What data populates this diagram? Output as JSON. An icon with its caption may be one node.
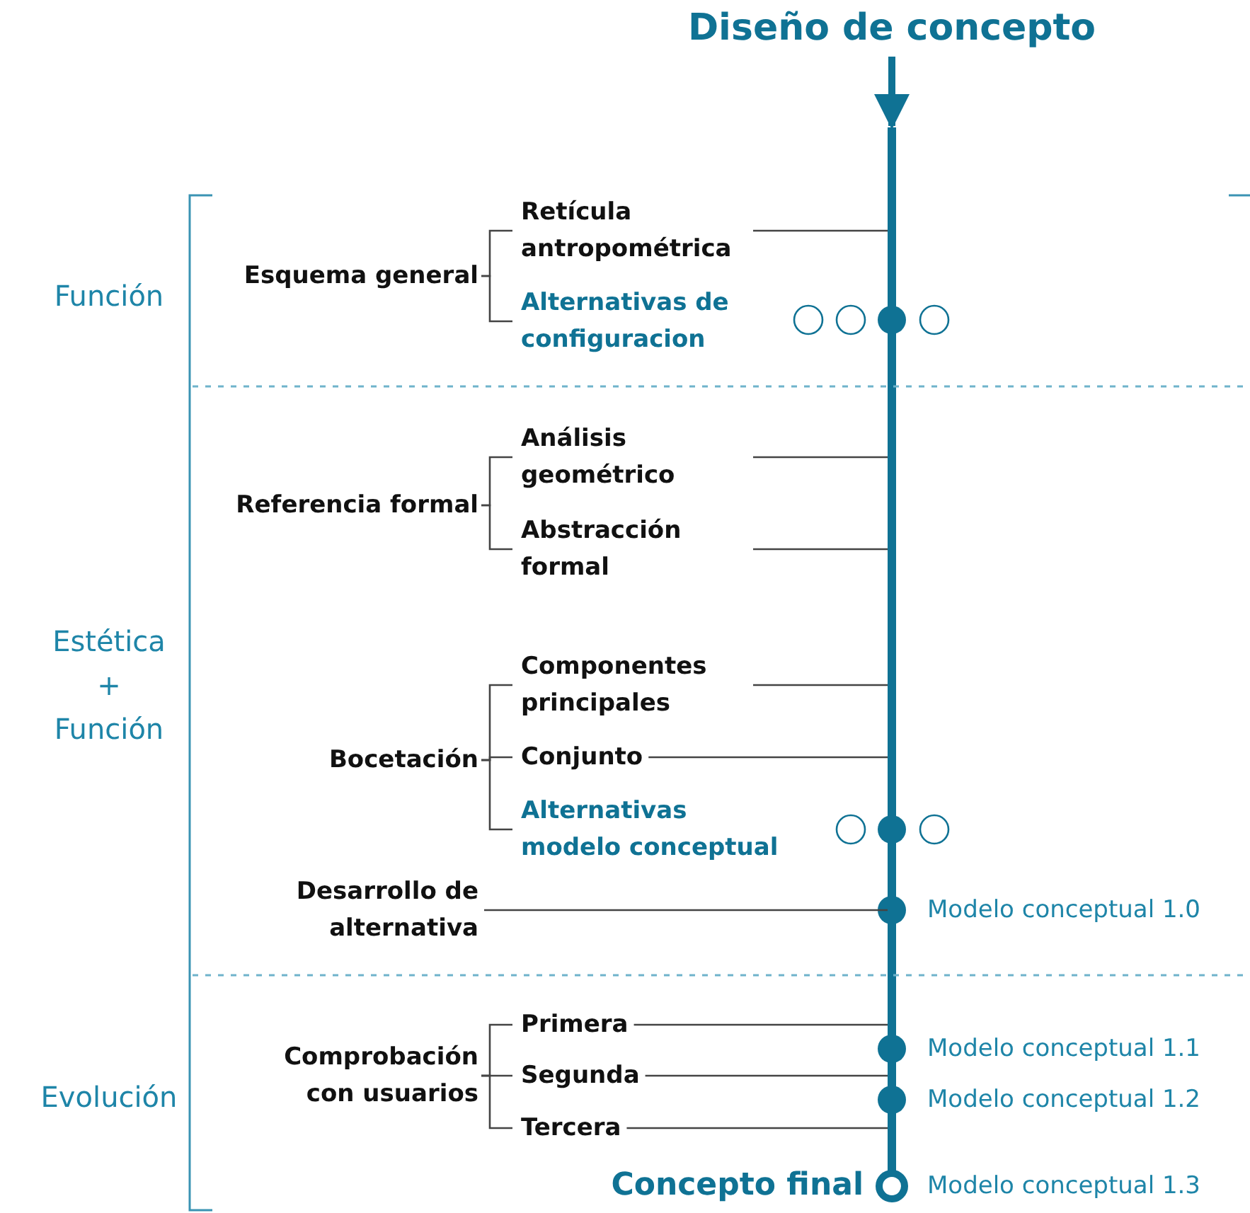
{
  "diagram": {
    "nodes": [
      {
        "text": [
          "Diseño de concepto"
        ]
      },
      {
        "text": [],
        "shape": "bar"
      },
      {
        "text": [
          "Esquema general"
        ]
      },
      {
        "text": [
          "Retícula antropométrica"
        ]
      },
      {
        "text": [
          "Alternativas de configuracion"
        ]
      },
      {
        "text": [
          "Referencia formal"
        ]
      },
      {
        "text": [
          "Análisis geométrico"
        ]
      },
      {
        "text": [
          "Abstracción formal"
        ]
      },
      {
        "text": [
          "Bocetación"
        ]
      },
      {
        "text": [
          "Componentes principales"
        ]
      },
      {
        "text": [
          "Conjunto"
        ]
      },
      {
        "text": [
          "Alternativas modelo conceptual"
        ]
      },
      {
        "text": [
          "Desarrollo de alternativa"
        ]
      },
      {
        "text": [
          "Comprobación con usuarios"
        ]
      },
      {
        "text": [
          "Primera"
        ]
      },
      {
        "text": [
          "Segunda"
        ]
      },
      {
        "text": [
          "Tercera"
        ]
      },
      {
        "text": [
          "Concepto final"
        ]
      }
    ],
    "edges": [
      {
        "from": 0,
        "to": 1,
        "arrow": "to",
        "style": "thick",
        "color": "#0f7294"
      },
      {
        "from": 2,
        "to": 3,
        "arrow": "none"
      },
      {
        "from": 2,
        "to": 4,
        "arrow": "none"
      },
      {
        "from": 3,
        "to": 1,
        "arrow": "none"
      },
      {
        "from": 5,
        "to": 6,
        "arrow": "none"
      },
      {
        "from": 5,
        "to": 7,
        "arrow": "none"
      },
      {
        "from": 6,
        "to": 1,
        "arrow": "none"
      },
      {
        "from": 7,
        "to": 1,
        "arrow": "none"
      },
      {
        "from": 8,
        "to": 9,
        "arrow": "none"
      },
      {
        "from": 8,
        "to": 10,
        "arrow": "none"
      },
      {
        "from": 8,
        "to": 11,
        "arrow": "none"
      },
      {
        "from": 9,
        "to": 1,
        "arrow": "none"
      },
      {
        "from": 10,
        "to": 1,
        "arrow": "none"
      },
      {
        "from": 12,
        "to": 1,
        "arrow": "none"
      },
      {
        "from": 13,
        "to": 14,
        "arrow": "none"
      },
      {
        "from": 13,
        "to": 15,
        "arrow": "none"
      },
      {
        "from": 13,
        "to": 16,
        "arrow": "none"
      },
      {
        "from": 14,
        "to": 1,
        "arrow": "none"
      },
      {
        "from": 15,
        "to": 1,
        "arrow": "none"
      },
      {
        "from": 16,
        "to": 1,
        "arrow": "none"
      }
    ],
    "labels": [
      "Función",
      "Estética + Función",
      "Modelo conceptual 1.0",
      "Modelo conceptual 1.1",
      "Evolución",
      "Modelo conceptual 1.2",
      "Modelo conceptual 1.3"
    ]
  }
}
